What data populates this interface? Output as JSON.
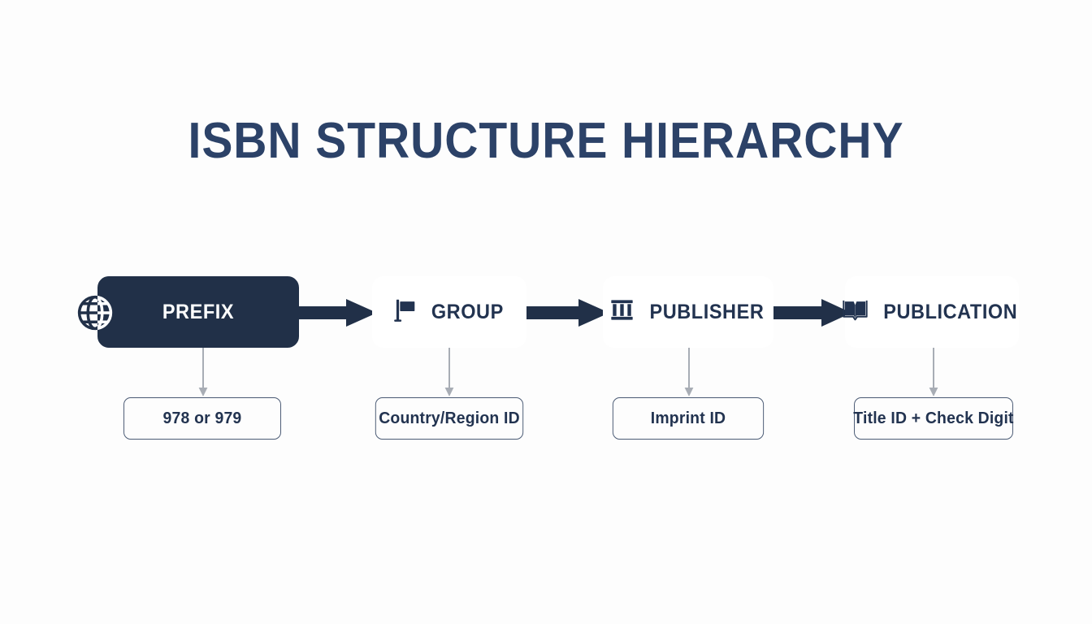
{
  "title": "ISBN STRUCTURE HIERARCHY",
  "colors": {
    "background": "#fdfdfd",
    "navy_fill": "#213048",
    "navy_border": "#223350",
    "title_navy": "#2c4268",
    "connector_gray": "#a8adb5",
    "caption_border": "#4a5a74",
    "node_text_light": "#ffffff"
  },
  "flow": {
    "nodes": [
      {
        "id": "prefix",
        "label": "PREFIX",
        "icon": "globe-icon",
        "style": "filled",
        "caption": "978 or 979"
      },
      {
        "id": "group",
        "label": "GROUP",
        "icon": "flag-icon",
        "style": "outlined",
        "caption": "Country/Region ID"
      },
      {
        "id": "publisher",
        "label": "PUBLISHER",
        "icon": "bank-icon",
        "style": "outlined",
        "caption": "Imprint ID"
      },
      {
        "id": "publication",
        "label": "PUBLICATION",
        "icon": "open-book-icon",
        "style": "outlined",
        "caption": "Title ID + Check Digit"
      }
    ],
    "connectors": [
      {
        "from": "prefix",
        "to": "group",
        "type": "block-arrow-right"
      },
      {
        "from": "group",
        "to": "publisher",
        "type": "block-arrow-right"
      },
      {
        "from": "publisher",
        "to": "publication",
        "type": "block-arrow-right"
      }
    ],
    "drop_connectors": [
      {
        "from": "prefix",
        "to": "caption-1",
        "type": "arrow-down"
      },
      {
        "from": "group",
        "to": "caption-2",
        "type": "arrow-down"
      },
      {
        "from": "publisher",
        "to": "caption-3",
        "type": "arrow-down"
      },
      {
        "from": "publication",
        "to": "caption-4",
        "type": "arrow-down"
      }
    ]
  }
}
